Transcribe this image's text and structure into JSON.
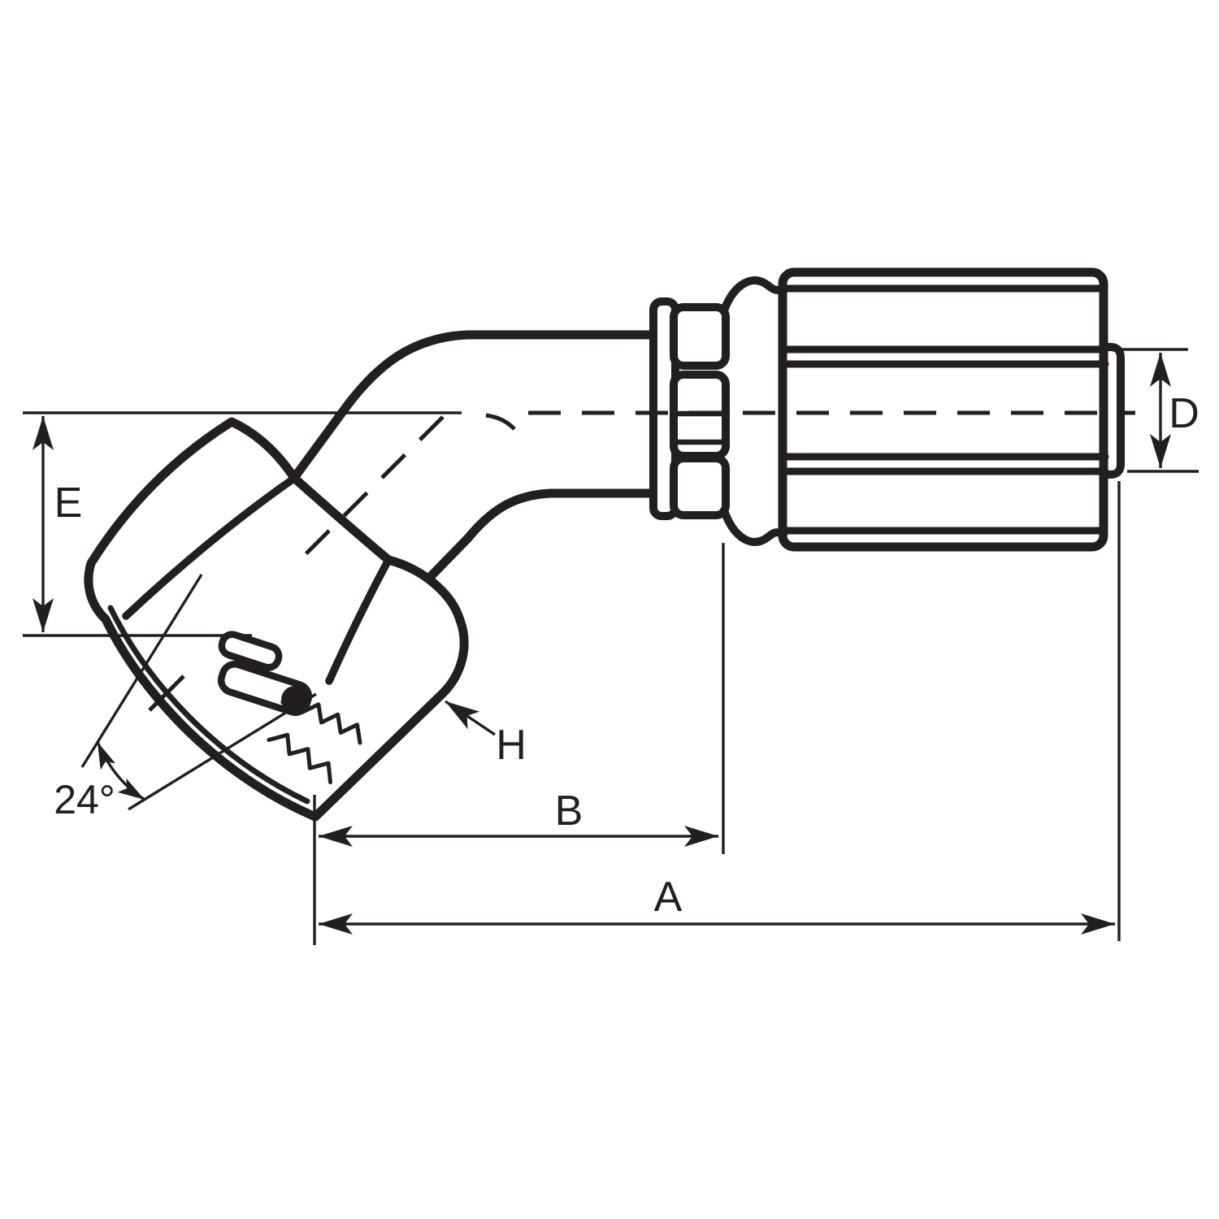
{
  "figure": {
    "subject": "Technical line drawing of a 45-degree swivel female elbow hose-end fitting with dimension callouts",
    "colors": {
      "ink": "#231f20",
      "background": "#ffffff"
    },
    "labels": {
      "overall_length": "A",
      "length_to_bend": "B",
      "shell_diameter": "D",
      "across_flats": "E",
      "hex": "H",
      "cone_angle": "24°"
    }
  }
}
